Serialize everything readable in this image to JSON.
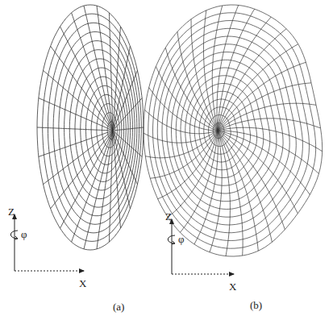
{
  "diagram": {
    "labels": [
      "Z",
      "φ",
      "X",
      "(a)",
      "Z",
      "φ",
      "X",
      "(b)"
    ]
  }
}
